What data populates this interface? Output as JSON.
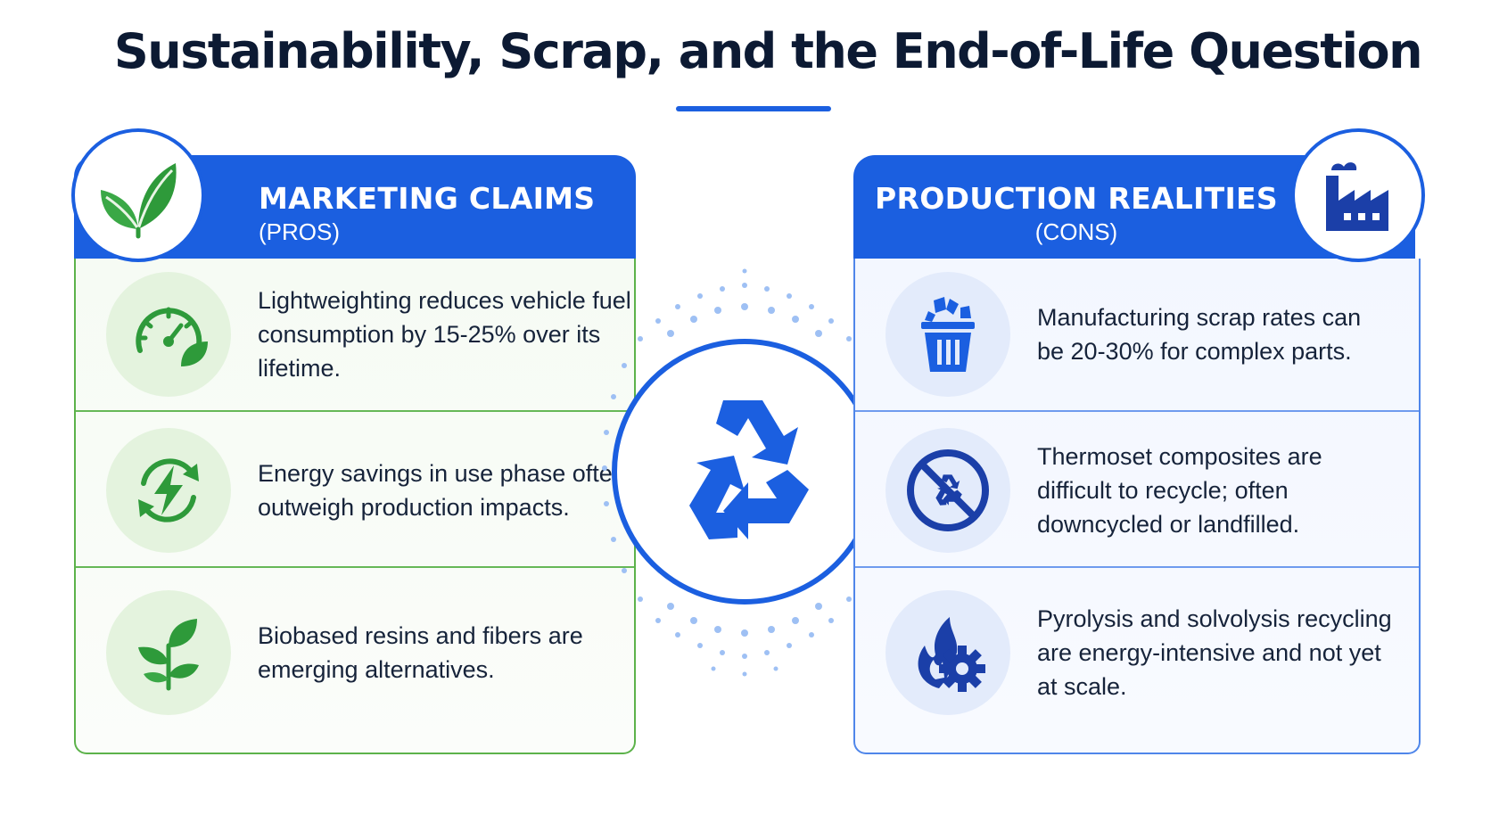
{
  "title": "Sustainability, Scrap, and the End-of-Life Question",
  "colors": {
    "primary_blue": "#1b5fe0",
    "green": "#2e9a3a",
    "text": "#16233a"
  },
  "left_panel": {
    "title": "MARKETING CLAIMS",
    "subtitle": "(PROS)",
    "badge_icon": "leaves-icon",
    "items": [
      {
        "icon": "gauge-leaf-icon",
        "text": "Lightweighting reduces vehicle fuel consumption by 15-25% over its lifetime."
      },
      {
        "icon": "energy-cycle-icon",
        "text": "Energy savings in use phase often outweigh production impacts."
      },
      {
        "icon": "plant-sprout-icon",
        "text": "Biobased resins and fibers are emerging alternatives."
      }
    ]
  },
  "right_panel": {
    "title": "PRODUCTION REALITIES",
    "subtitle": "(CONS)",
    "badge_icon": "factory-icon",
    "items": [
      {
        "icon": "scrap-bin-icon",
        "text": "Manufacturing scrap rates can be 20-30% for complex parts."
      },
      {
        "icon": "no-recycle-icon",
        "text": "Thermoset composites are difficult to recycle; often downcycled or landfilled."
      },
      {
        "icon": "flame-gear-icon",
        "text": "Pyrolysis and solvolysis recycling are energy-intensive and not yet at scale."
      }
    ]
  },
  "center_icon": "recycle-icon"
}
